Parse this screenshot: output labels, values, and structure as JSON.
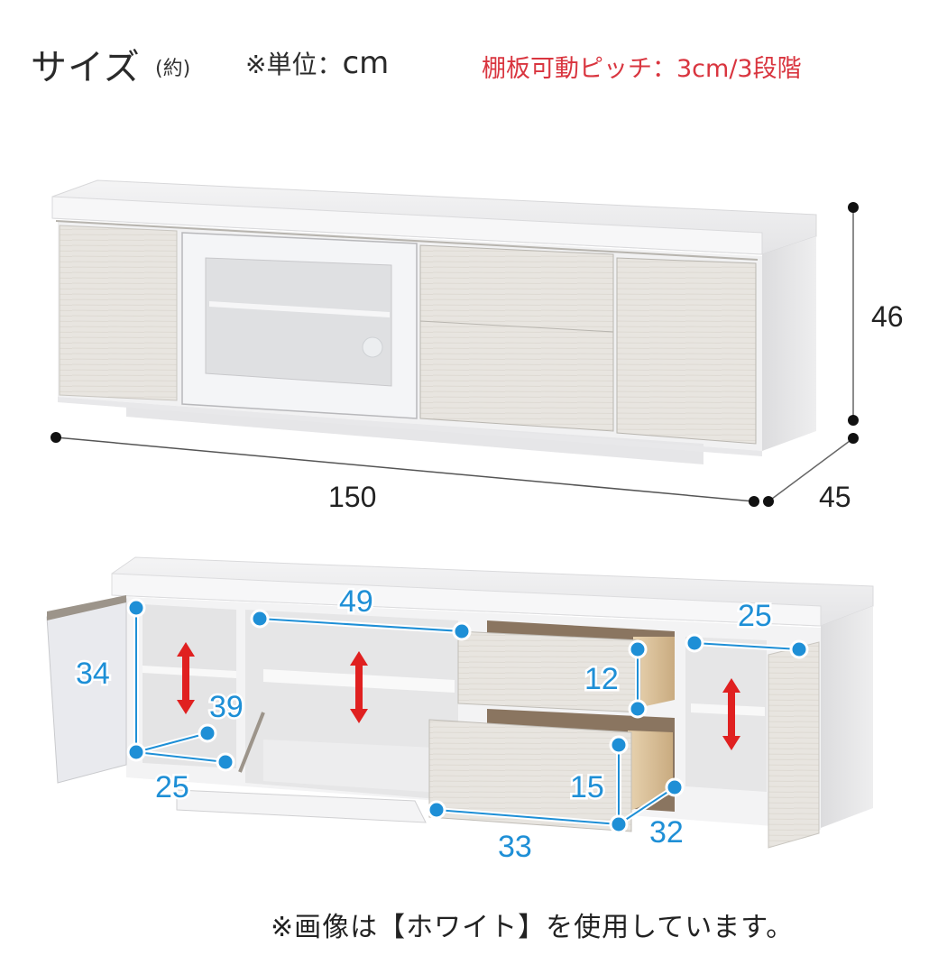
{
  "header": {
    "title": "サイズ",
    "title_note": "(約)",
    "unit_label": "※単位：",
    "unit_value": "cm",
    "shelf_pitch": "棚板可動ピッチ：3cm/3段階"
  },
  "colors": {
    "title_text": "#2a2a2a",
    "pitch_text": "#d9353f",
    "dimension_blue": "#1e8fd6",
    "arrow_red": "#e02020",
    "dimension_black": "#222222",
    "panel_wood": "#e6e2dc",
    "body_white": "#f2f2f3"
  },
  "exterior": {
    "width": "150",
    "height": "46",
    "depth": "45"
  },
  "interior": {
    "left_cabinet": {
      "height": "34",
      "depth": "39",
      "width": "25"
    },
    "center_cabinet": {
      "width": "49"
    },
    "upper_drawer": {
      "height": "12"
    },
    "lower_drawer": {
      "height": "15",
      "width": "33",
      "depth": "32"
    },
    "right_cabinet": {
      "width": "25"
    }
  },
  "footer": {
    "note": "※画像は【ホワイト】を使用しています。"
  }
}
